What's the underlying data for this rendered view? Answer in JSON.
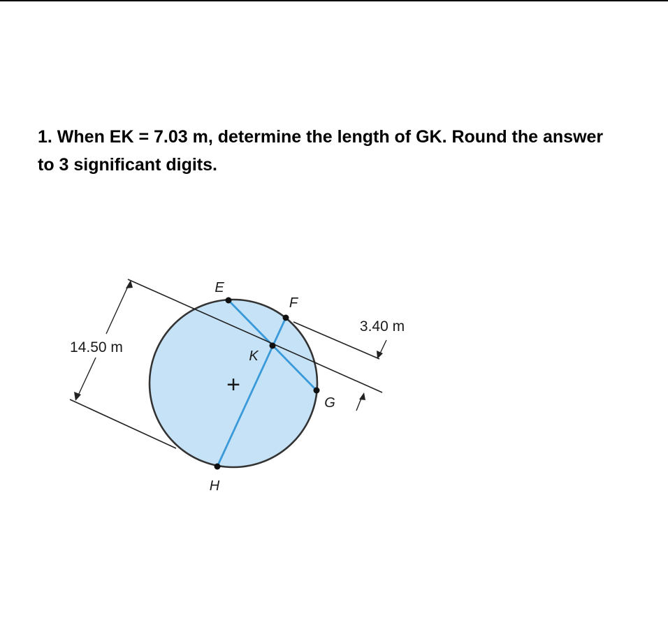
{
  "question": {
    "line1": "1. When EK = 7.03 m, determine the length of GK. Round the answer",
    "line2": "to 3 significant digits."
  },
  "figure": {
    "points": {
      "E": "E",
      "F": "F",
      "K": "K",
      "G": "G",
      "H": "H"
    },
    "dimensions": {
      "width_label": "14.50 m",
      "gap_label": "3.40 m"
    },
    "center_mark": "+",
    "colors": {
      "circle_fill": "#c6e2f6",
      "circle_stroke": "#333333",
      "chord_color": "#3a9ad9",
      "line_color": "#222222"
    }
  }
}
